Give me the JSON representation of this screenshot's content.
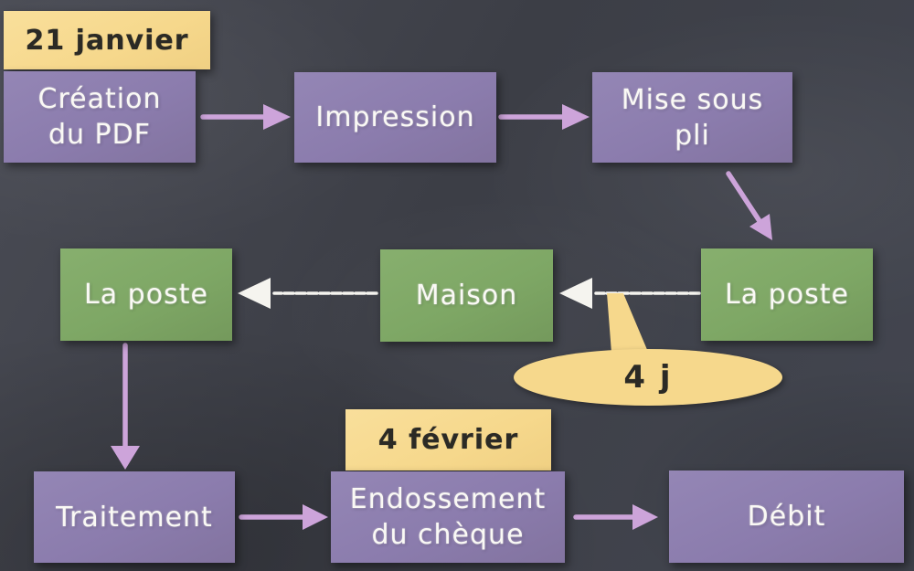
{
  "palette": {
    "background": "#3f414a",
    "purple": "#8b7cad",
    "green": "#7ea765",
    "yellow": "#f6d88c",
    "pink_arrow": "#cda4da",
    "white_chalk": "#f5f4ef",
    "dark_text": "#2b2a25",
    "light_text": "#faf9f5"
  },
  "nodes": {
    "date_start": {
      "label": "21 janvier"
    },
    "creation": {
      "label": "Création\ndu PDF"
    },
    "impression": {
      "label": "Impression"
    },
    "mise_sous_pli": {
      "label": "Mise sous\npli"
    },
    "la_poste_droite": {
      "label": "La poste"
    },
    "maison": {
      "label": "Maison"
    },
    "la_poste_gauche": {
      "label": "La poste"
    },
    "traitement": {
      "label": "Traitement"
    },
    "date_endossement": {
      "label": "4 février"
    },
    "endossement": {
      "label": "Endossement\ndu chèque"
    },
    "debit": {
      "label": "Débit"
    }
  },
  "callout": {
    "label": "4 j",
    "annotates": "La poste → Maison"
  },
  "edges": [
    {
      "from": "Création du PDF",
      "to": "Impression",
      "color": "pink"
    },
    {
      "from": "Impression",
      "to": "Mise sous pli",
      "color": "pink"
    },
    {
      "from": "Mise sous pli",
      "to": "La poste (droite)",
      "color": "pink"
    },
    {
      "from": "La poste (droite)",
      "to": "Maison",
      "color": "white",
      "annotation": "4 j"
    },
    {
      "from": "Maison",
      "to": "La poste (gauche)",
      "color": "white"
    },
    {
      "from": "La poste (gauche)",
      "to": "Traitement",
      "color": "pink"
    },
    {
      "from": "Traitement",
      "to": "Endossement du chèque",
      "color": "pink"
    },
    {
      "from": "Endossement du chèque",
      "to": "Débit",
      "color": "pink"
    }
  ]
}
